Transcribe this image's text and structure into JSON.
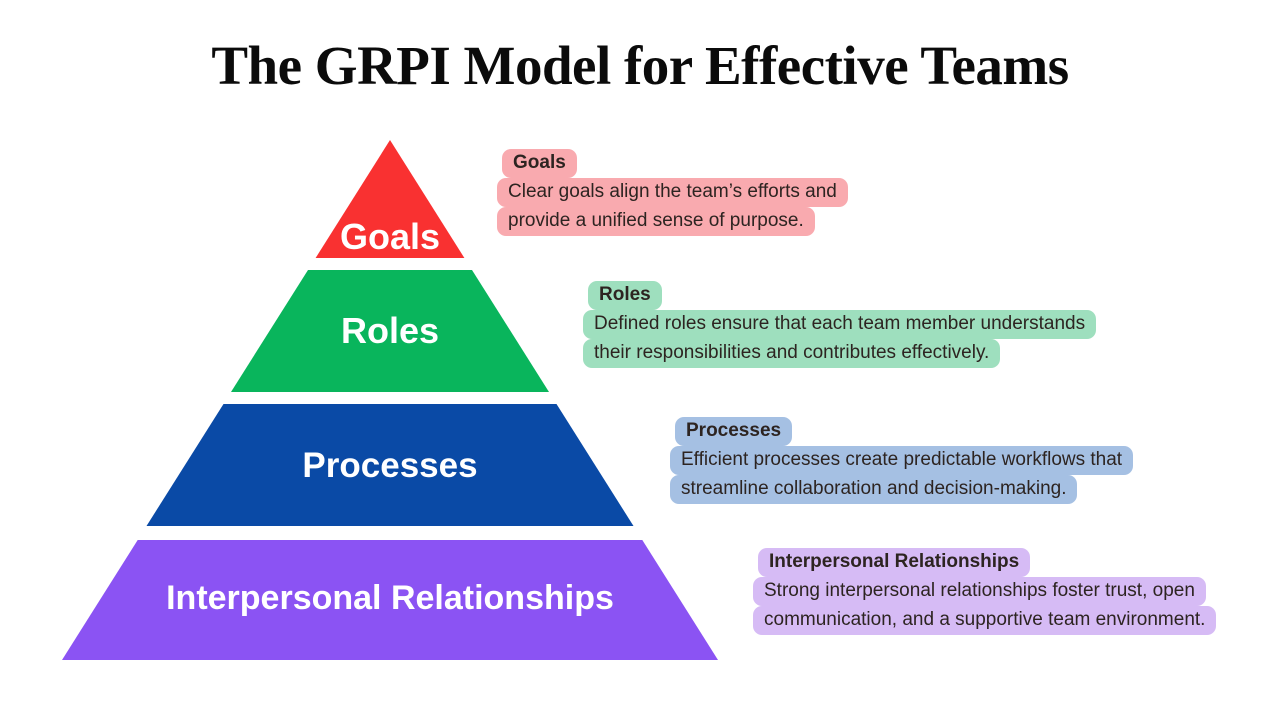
{
  "title": "The GRPI Model for Effective Teams",
  "pyramid": {
    "layers": [
      {
        "label": "Goals",
        "color": "#F93131"
      },
      {
        "label": "Roles",
        "color": "#09B55C"
      },
      {
        "label": "Processes",
        "color": "#0A4AA6"
      },
      {
        "label": "Interpersonal Relationships",
        "color": "#8B53F3"
      }
    ]
  },
  "callouts": [
    {
      "heading": "Goals",
      "highlight": "#F9AAAF",
      "lines": [
        "Clear goals align the team’s efforts and",
        "provide a unified sense of purpose."
      ]
    },
    {
      "heading": "Roles",
      "highlight": "#9EDFBE",
      "lines": [
        "Defined roles ensure that each team member understands",
        "their responsibilities and contributes effectively."
      ]
    },
    {
      "heading": "Processes",
      "highlight": "#A5C0E3",
      "lines": [
        "Efficient processes create predictable workflows that",
        "streamline collaboration and decision-making."
      ]
    },
    {
      "heading": "Interpersonal Relationships",
      "highlight": "#D6BBF5",
      "lines": [
        "Strong interpersonal relationships foster trust, open",
        "communication, and a supportive team environment."
      ]
    }
  ],
  "text_colors": {
    "title": "#0B0B0B",
    "heading_body": "#2D2421",
    "pyramid_label": "#FFFFFF"
  }
}
